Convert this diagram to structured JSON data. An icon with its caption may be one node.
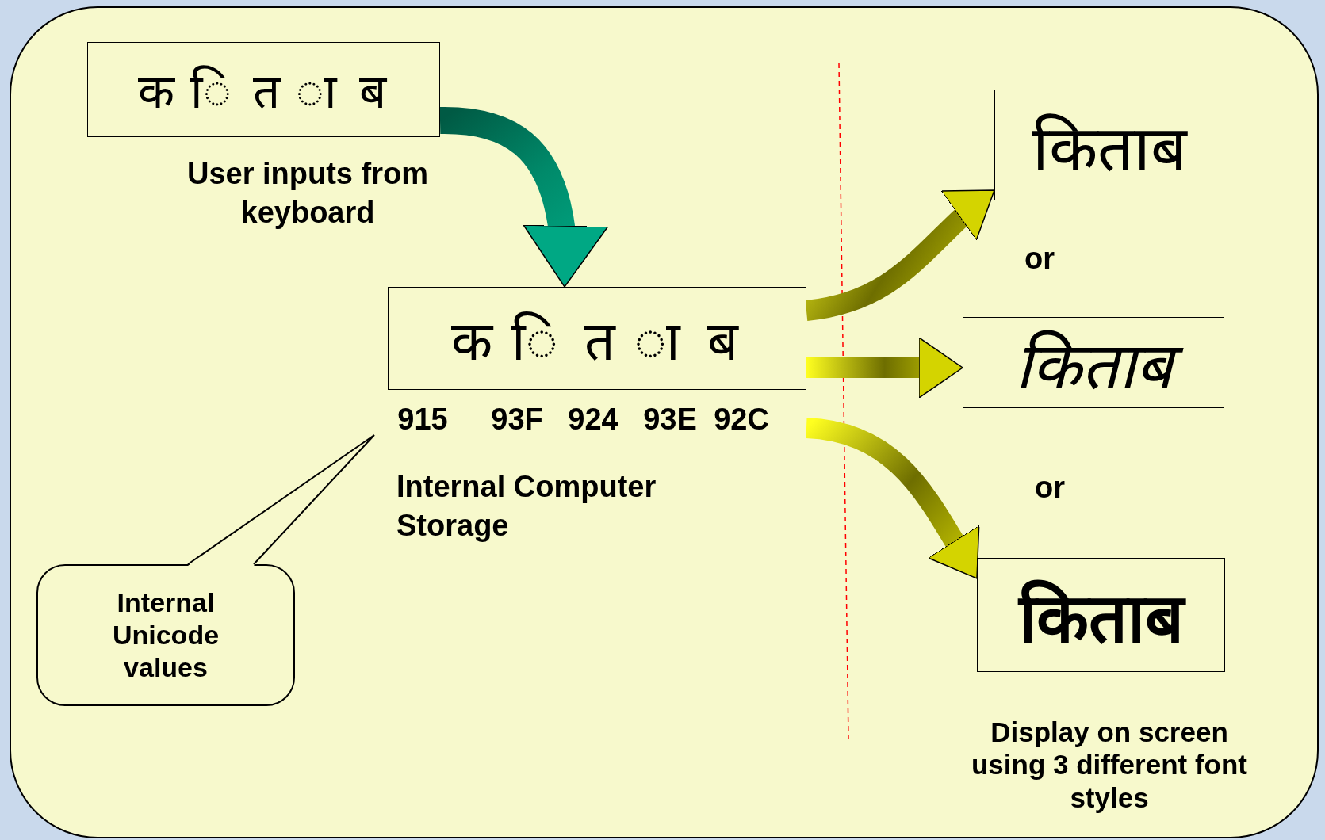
{
  "diagram": {
    "nodes": [
      {
        "text": [
          "क ि त ा ब"
        ],
        "beside": [
          "User inputs from keyboard"
        ]
      },
      {
        "text": [
          "क ि त ा ब"
        ],
        "beside": [
          "915",
          "93F",
          "924",
          "93E",
          "92C",
          "Internal Computer Storage"
        ]
      },
      {
        "text": [
          "किताब"
        ]
      },
      {
        "text": [
          "किताब"
        ]
      },
      {
        "text": [
          "किताब"
        ]
      },
      {
        "text": [
          "Internal Unicode values"
        ]
      }
    ],
    "edges": [
      {
        "from": 0,
        "to": 1,
        "arrow": "to",
        "color": "#00a884"
      },
      {
        "from": 1,
        "to": 2,
        "arrow": "to"
      },
      {
        "from": 1,
        "to": 3,
        "arrow": "to"
      },
      {
        "from": 1,
        "to": 4,
        "arrow": "to"
      }
    ],
    "labels": [
      "or",
      "or",
      "Display on screen using 3 different font styles"
    ]
  }
}
